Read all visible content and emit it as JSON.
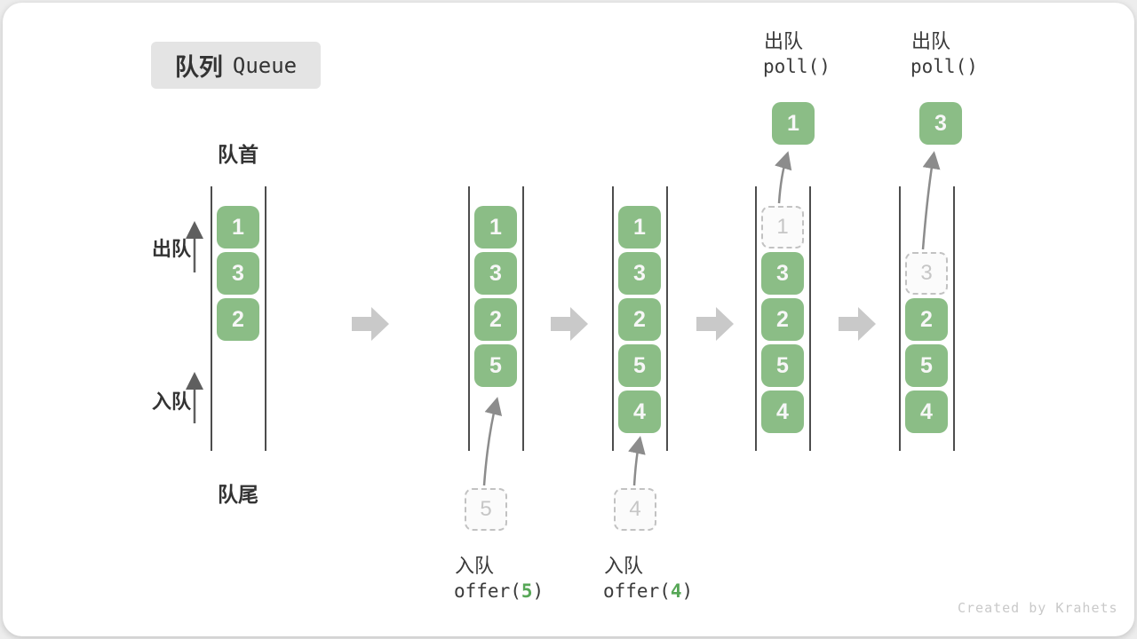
{
  "title": {
    "zh": "队列",
    "en": "Queue"
  },
  "labels": {
    "front": "队首",
    "rear": "队尾",
    "dequeue_side": "出队",
    "enqueue_side": "入队"
  },
  "colors": {
    "box_green": "#8bbd86",
    "code_accent_green": "#57a757",
    "block_arrow_gray": "#c9c9c9",
    "curve_arrow_gray": "#8c8c8c",
    "wall_gray": "#4d4d4d",
    "title_bg": "#e4e4e4"
  },
  "states": [
    {
      "boxes": [
        "1",
        "3",
        "2"
      ]
    },
    {
      "boxes": [
        "1",
        "3",
        "2",
        "5"
      ],
      "pending": "5",
      "op": {
        "label": "入队",
        "code_pre": "offer(",
        "arg": "5",
        "code_post": ")"
      }
    },
    {
      "boxes": [
        "1",
        "3",
        "2",
        "5",
        "4"
      ],
      "pending": "4",
      "op": {
        "label": "入队",
        "code_pre": "offer(",
        "arg": "4",
        "code_post": ")"
      }
    },
    {
      "boxes": [
        "3",
        "2",
        "5",
        "4"
      ],
      "removed": "1",
      "popped": "1",
      "op": {
        "label": "出队",
        "code": "poll()"
      }
    },
    {
      "boxes": [
        "2",
        "5",
        "4"
      ],
      "removed": "3",
      "popped": "3",
      "op": {
        "label": "出队",
        "code": "poll()"
      }
    }
  ],
  "watermark": "Created by Krahets"
}
